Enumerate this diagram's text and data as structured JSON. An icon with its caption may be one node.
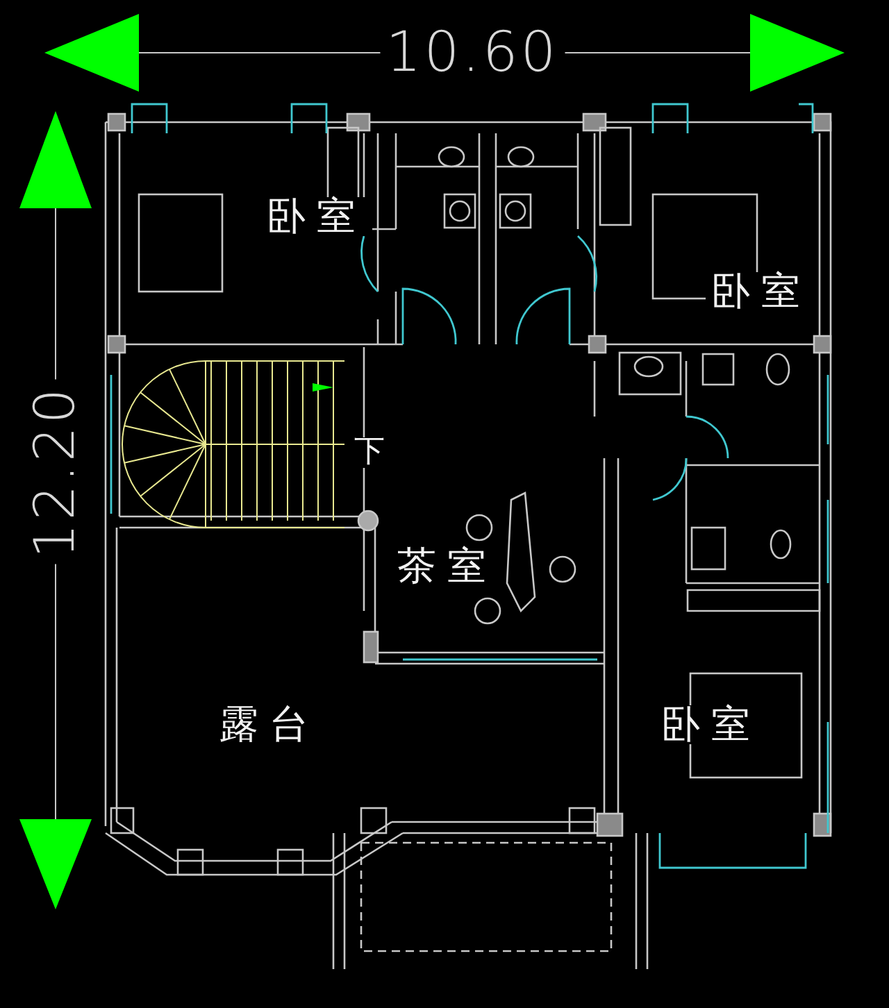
{
  "diagram": {
    "labels": [
      "10.60",
      "12.20",
      "卧室",
      "卧室",
      "下",
      "茶室",
      "露台",
      "卧室"
    ]
  }
}
